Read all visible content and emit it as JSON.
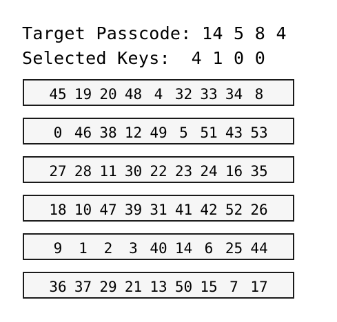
{
  "header": {
    "target_label": "Target Passcode:",
    "target_code": "14 5 8 4",
    "selected_label": "Selected Keys:",
    "selected_keys": "4 1 0 0"
  },
  "keypad": {
    "rows": [
      [
        "45",
        "19",
        "20",
        "48",
        "4",
        "32",
        "33",
        "34",
        "8"
      ],
      [
        "0",
        "46",
        "38",
        "12",
        "49",
        "5",
        "51",
        "43",
        "53"
      ],
      [
        "27",
        "28",
        "11",
        "30",
        "22",
        "23",
        "24",
        "16",
        "35"
      ],
      [
        "18",
        "10",
        "47",
        "39",
        "31",
        "41",
        "42",
        "52",
        "26"
      ],
      [
        "9",
        "1",
        "2",
        "3",
        "40",
        "14",
        "6",
        "25",
        "44"
      ],
      [
        "36",
        "37",
        "29",
        "21",
        "13",
        "50",
        "15",
        "7",
        "17"
      ]
    ]
  }
}
